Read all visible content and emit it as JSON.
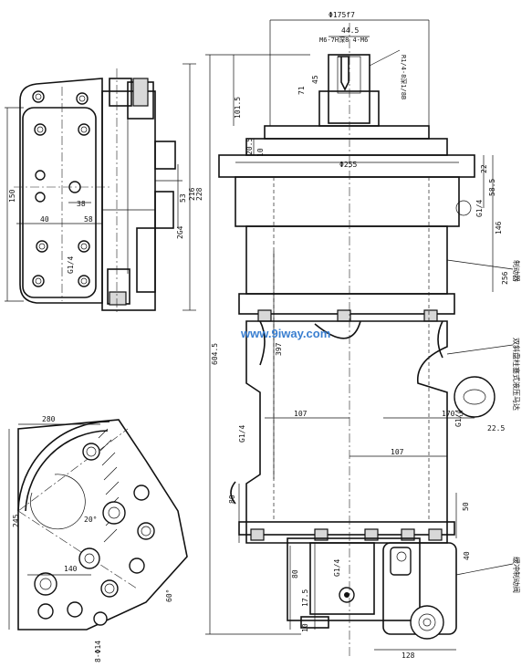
{
  "watermark": "www.9iway.com",
  "labels": {
    "brake": "制动器",
    "motor": "双斜盘柱塞式液压马达",
    "valve": "缓冲制动阀"
  },
  "dims": {
    "phi175": "Φ175f7",
    "d44_5": "44.5",
    "spline": "M6-7H深8 4-M6",
    "rk": "R1/4-8深1/8B",
    "d45": "45",
    "d71": "71",
    "d101_5": "101.5",
    "d20_5": "20.5",
    "d10": "10",
    "phi255": "Φ255",
    "d22": "22",
    "d58_5": "58.5",
    "d146": "146",
    "d256": "256",
    "d397": "397",
    "d604_5": "604.5",
    "d107a": "107",
    "d107b": "107",
    "d170_5": "170.5",
    "d22_5": "22.5",
    "d80a": "80",
    "d80b": "80",
    "d50": "50",
    "d40v": "40",
    "d17_5": "17.5",
    "d10b": "10",
    "d128": "128",
    "d150": "150",
    "d40": "40",
    "d58": "58",
    "d38": "38",
    "d53": "53",
    "d216": "216",
    "d228": "228",
    "d2g4": "2G4",
    "d280": "280",
    "d245": "245",
    "d20deg": "20°",
    "d140": "140",
    "d60deg": "60°",
    "d8phi14": "8-Φ14",
    "g14": "G1/4"
  }
}
